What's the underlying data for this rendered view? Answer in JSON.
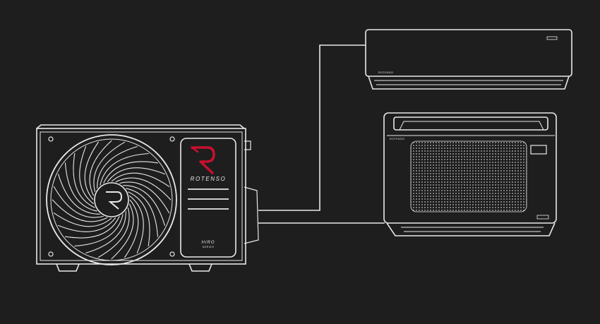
{
  "outdoor_unit": {
    "brand": "ROTENSO",
    "series_name": "HIRO",
    "series_suffix": "SERIES"
  },
  "wall_unit": {
    "brand": "ROTENSO"
  },
  "console_unit": {
    "brand": "ROTENSO"
  },
  "colors": {
    "background": "#1e1e1e",
    "line": "#e8e8e8",
    "accent": "#c8102e"
  }
}
